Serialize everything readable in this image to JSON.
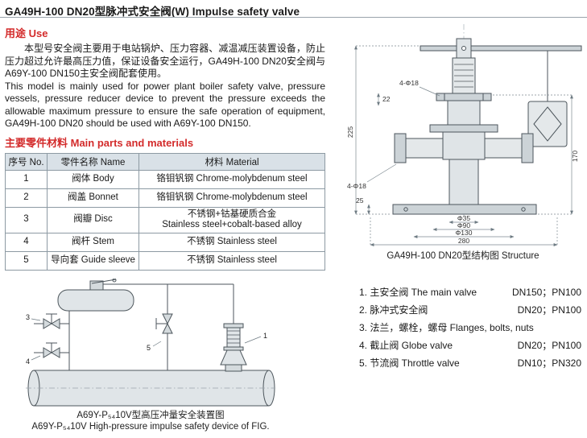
{
  "page_title": "GA49H-100 DN20型脉冲式安全阀(W) Impulse safety valve",
  "use_section": {
    "heading": "用途 Use",
    "paragraph_cn": "本型号安全阀主要用于电站锅炉、压力容器、减温减压装置设备，防止压力超过允许最高压力值，保证设备安全运行，GA49H-100 DN20安全阀与A69Y-100 DN150主安全阀配套使用。",
    "paragraph_en": "This model is mainly used for power plant boiler safety valve, pressure vessels, pressure reducer device to prevent the pressure exceeds the allowable maximum pressure to ensure the safe operation of equipment, GA49H-100 DN20 should be used with A69Y-100 DN150."
  },
  "parts_section": {
    "heading": "主要零件材料 Main parts and materials",
    "table": {
      "headers": [
        "序号 No.",
        "零件名称 Name",
        "材料 Material"
      ],
      "rows": [
        {
          "no": "1",
          "name": "阀体 Body",
          "material": "铬钼钒钢 Chrome-molybdenum steel"
        },
        {
          "no": "2",
          "name": "阀盖 Bonnet",
          "material": "铬钼钒钢 Chrome-molybdenum steel"
        },
        {
          "no": "3",
          "name": "阀瓣 Disc",
          "material": "不锈钢+钴基硬质合金\nStainless steel+cobalt-based alloy"
        },
        {
          "no": "4",
          "name": "阀杆 Stem",
          "material": "不锈钢 Stainless steel"
        },
        {
          "no": "5",
          "name": "导向套 Guide sleeve",
          "material": "不锈钢 Stainless steel"
        }
      ]
    }
  },
  "structure_figure": {
    "caption": "GA49H-100  DN20型结构图 Structure",
    "dims": {
      "height": "225",
      "top_offset": "22",
      "bolt_holes": "4-Φ18",
      "right_height": "170",
      "dia_small": "Φ35",
      "dia_mid": "Φ90",
      "dia_large": "Φ130",
      "base_width": "280",
      "foot": "25"
    }
  },
  "parts_list": {
    "items": [
      {
        "label": "1. 主安全阀 The main valve",
        "spec": "DN150；PN100"
      },
      {
        "label": "2. 脉冲式安全阀",
        "spec": "DN20；PN100"
      },
      {
        "label": "3. 法兰，螺栓，螺母 Flanges, bolts, nuts",
        "spec": ""
      },
      {
        "label": "4. 截止阀 Globe valve",
        "spec": "DN20；PN100"
      },
      {
        "label": "5. 节流阀 Throttle valve",
        "spec": "DN10；PN320"
      }
    ]
  },
  "device_figure": {
    "caption_cn": "A69Y-P₅₄10V型高压冲量安全装置图",
    "caption_en": "A69Y-P₅₄10V High-pressure impulse safety device of FIG.",
    "callouts": {
      "main_valve": "1",
      "globe_valve_upper": "3",
      "globe_valve_lower": "4",
      "throttle_valve": "5"
    }
  },
  "colors": {
    "accent_red": "#d32b2b"
  }
}
